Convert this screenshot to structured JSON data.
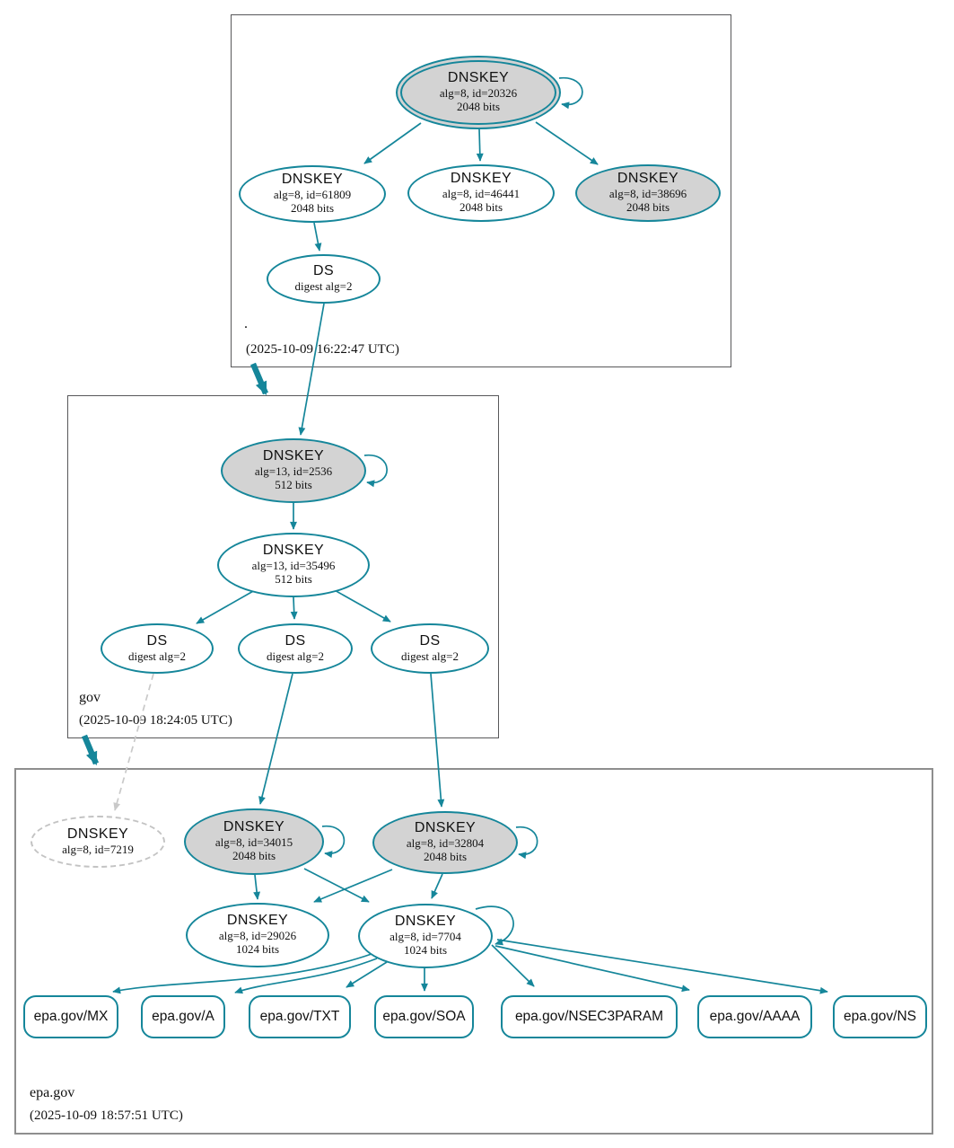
{
  "colors": {
    "edge_teal": "#15869a",
    "node_gray_fill": "#d3d3d3",
    "dashed_gray": "#c6c6c6",
    "zone_border": "#58585a",
    "epa_zone_border": "#8e8e8e"
  },
  "zones": {
    "root": {
      "label": ".",
      "timestamp": "(2025-10-09 16:22:47 UTC)",
      "nodes": {
        "ksk": {
          "title": "DNSKEY",
          "meta1": "alg=8, id=20326",
          "meta2": "2048 bits"
        },
        "zsk1": {
          "title": "DNSKEY",
          "meta1": "alg=8, id=61809",
          "meta2": "2048 bits"
        },
        "zsk2": {
          "title": "DNSKEY",
          "meta1": "alg=8, id=46441",
          "meta2": "2048 bits"
        },
        "zsk3": {
          "title": "DNSKEY",
          "meta1": "alg=8, id=38696",
          "meta2": "2048 bits"
        },
        "ds": {
          "title": "DS",
          "meta1": "digest alg=2"
        }
      }
    },
    "gov": {
      "label": "gov",
      "timestamp": "(2025-10-09 18:24:05 UTC)",
      "nodes": {
        "ksk": {
          "title": "DNSKEY",
          "meta1": "alg=13, id=2536",
          "meta2": "512 bits"
        },
        "zsk": {
          "title": "DNSKEY",
          "meta1": "alg=13, id=35496",
          "meta2": "512 bits"
        },
        "ds1": {
          "title": "DS",
          "meta1": "digest alg=2"
        },
        "ds2": {
          "title": "DS",
          "meta1": "digest alg=2"
        },
        "ds3": {
          "title": "DS",
          "meta1": "digest alg=2"
        }
      }
    },
    "epa": {
      "label": "epa.gov",
      "timestamp": "(2025-10-09 18:57:51 UTC)",
      "nodes": {
        "missing": {
          "title": "DNSKEY",
          "meta1": "alg=8, id=7219"
        },
        "ksk1": {
          "title": "DNSKEY",
          "meta1": "alg=8, id=34015",
          "meta2": "2048 bits"
        },
        "ksk2": {
          "title": "DNSKEY",
          "meta1": "alg=8, id=32804",
          "meta2": "2048 bits"
        },
        "zsk1": {
          "title": "DNSKEY",
          "meta1": "alg=8, id=29026",
          "meta2": "1024 bits"
        },
        "zsk2": {
          "title": "DNSKEY",
          "meta1": "alg=8, id=7704",
          "meta2": "1024 bits"
        },
        "rrsets": [
          {
            "label": "epa.gov/MX"
          },
          {
            "label": "epa.gov/A"
          },
          {
            "label": "epa.gov/TXT"
          },
          {
            "label": "epa.gov/SOA"
          },
          {
            "label": "epa.gov/NSEC3PARAM"
          },
          {
            "label": "epa.gov/AAAA"
          },
          {
            "label": "epa.gov/NS"
          }
        ]
      }
    }
  }
}
